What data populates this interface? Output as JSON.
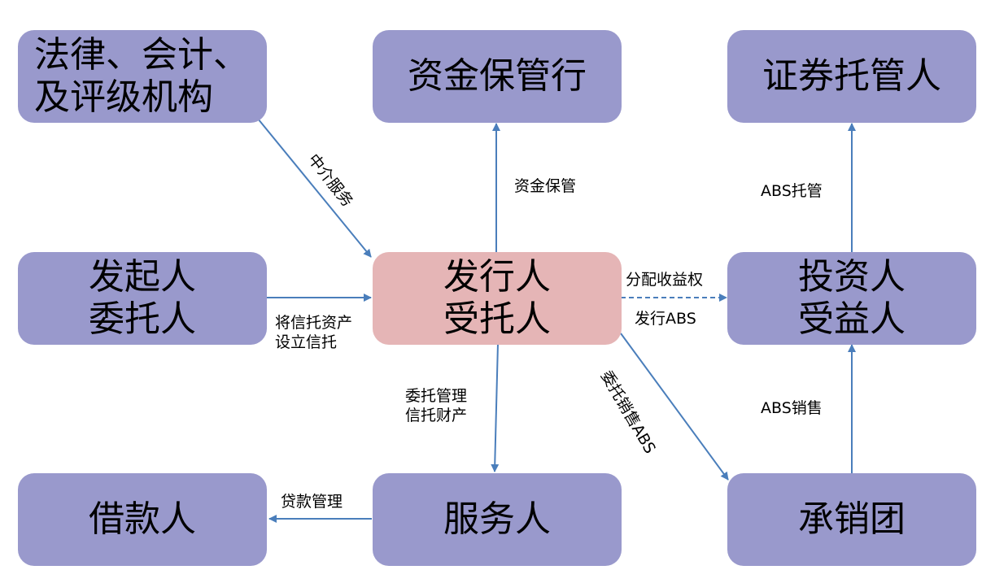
{
  "nodes": {
    "agencies": "法律、会计、\n及评级机构",
    "custodian_bank": "资金保管行",
    "securities_custodian": "证券托管人",
    "originator": "发起人\n委托人",
    "issuer": "发行人\n受托人",
    "investor": "投资人\n受益人",
    "borrower": "借款人",
    "servicer": "服务人",
    "underwriter": "承销团"
  },
  "edges": {
    "intermediary": "中介服务",
    "fund_custody": "资金保管",
    "abs_custody": "ABS托管",
    "trust_setup": "将信托资产\n设立信托",
    "distribute": "分配收益权",
    "issue": "发行ABS",
    "manage": "委托管理\n信托财产",
    "sell_delegate": "委托销售ABS",
    "abs_sales": "ABS销售",
    "loan_mgmt": "贷款管理"
  },
  "colors": {
    "node": "#9999cc",
    "center": "#e5b5b6",
    "arrow": "#4a7ebb"
  }
}
